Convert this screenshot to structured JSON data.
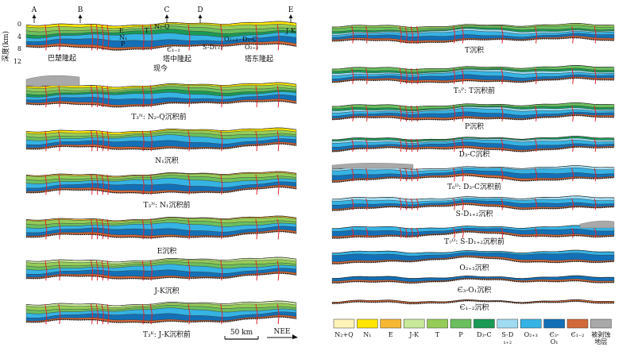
{
  "axis": {
    "ylabel": "深度(km)",
    "ticks": [
      "0",
      "4",
      "8",
      "12"
    ]
  },
  "profile_points": [
    "A",
    "B",
    "C",
    "D",
    "E"
  ],
  "present_labels": {
    "bachu": "巴楚隆起",
    "tazhong": "塔中隆起",
    "tadong": "塔东隆起",
    "now": "现今",
    "units": [
      "N₂-Q",
      "T",
      "E",
      "J-K",
      "N₁",
      "P",
      "Є₁₋₂",
      "O₂₊₃",
      "D₃-C",
      "S-D₁₊₂",
      "O₂₊₃"
    ]
  },
  "left_captions": [
    "T₃ᴺ: N₂-Q沉积前",
    "N₁沉积",
    "T₃ᴺ: N₁沉积前",
    "E沉积",
    "J-K沉积",
    "T₃ᴷ: J-K沉积前"
  ],
  "right_captions": [
    "T沉积",
    "T₅ᴾ: T沉积前",
    "P沉积",
    "D₃-C沉积",
    "T₆ᴰ: D₃-C沉积前",
    "S-D₁₊₂沉积",
    "T₇ᴼ: S-D₁₊₂沉积前",
    "O₂₊₃沉积",
    "Є₃-O₁沉积",
    "Є₁₋₂沉积"
  ],
  "scale": "50 km",
  "direction": "NEE",
  "legend": [
    {
      "label": "N₂+Q",
      "color": "#fff4b8"
    },
    {
      "label": "N₁",
      "color": "#ffe600"
    },
    {
      "label": "E",
      "color": "#f6b733"
    },
    {
      "label": "J-K",
      "color": "#c8e89a"
    },
    {
      "label": "T",
      "color": "#95cc58"
    },
    {
      "label": "P",
      "color": "#6bbf5e"
    },
    {
      "label": "D₃-C",
      "color": "#1a9a55"
    },
    {
      "label": "S-D₁₊₂",
      "color": "#9fdcf2"
    },
    {
      "label": "O₂₊₃",
      "color": "#35b3e4"
    },
    {
      "label": "Є₃-O₁",
      "color": "#1370b7"
    },
    {
      "label": "Є₁₋₂",
      "color": "#d2693a"
    },
    {
      "label": "被剥蚀地层",
      "color": "#a9a9a9"
    }
  ]
}
